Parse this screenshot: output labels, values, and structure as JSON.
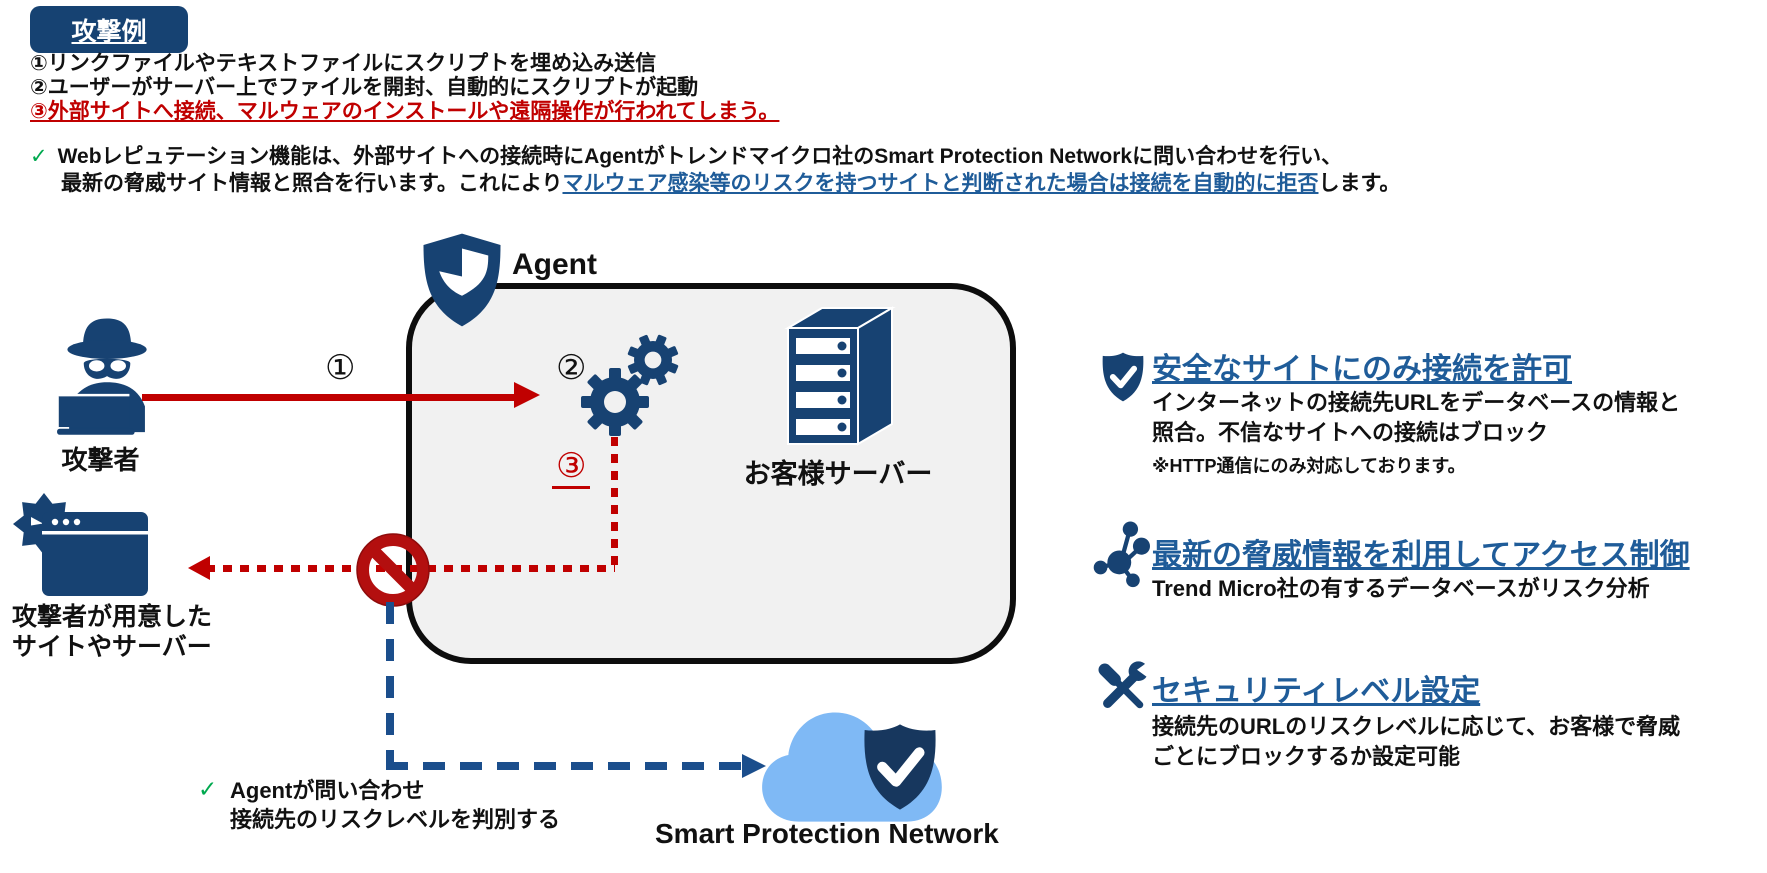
{
  "colors": {
    "icon_navy": "#174272",
    "dark_navy": "#17375E",
    "title_blue": "#1F5C99",
    "red": "#C00000",
    "green": "#00A94F",
    "cloud_blue": "#7FB9F5",
    "box_fill": "#f1f1f1"
  },
  "attack_example": {
    "title": "攻撃例",
    "steps": [
      "①リンクファイルやテキストファイルにスクリプトを埋め込み送信",
      "②ユーザーがサーバー上でファイルを開封、自動的にスクリプトが起動",
      "③外部サイトへ接続、マルウェアのインストールや遠隔操作が行われてしまう。"
    ]
  },
  "summary": {
    "check": "✓",
    "line1": "Webレピュテーション機能は、外部サイトへの接続時にAgentがトレンドマイクロ社のSmart Protection Networkに問い合わせを行い、",
    "line2_prefix": "最新の脅威サイト情報と照合を行います。これにより",
    "line2_highlight": "マルウェア感染等のリスクを持つサイトと判断された場合は接続を自動的に拒否",
    "line2_suffix": "します。"
  },
  "diagram": {
    "agent_label": "Agent",
    "attacker_label": "攻撃者",
    "server_label": "お客様サーバー",
    "malicious_site_label_1": "攻撃者が用意した",
    "malicious_site_label_2": "サイトやサーバー",
    "step1": "①",
    "step2": "②",
    "step3": "③",
    "query_check": "✓",
    "query_note_1": "Agentが問い合わせ",
    "query_note_2": "接続先のリスクレベルを判別する",
    "cloud_label": "Smart Protection Network"
  },
  "features": [
    {
      "icon": "shield-check-icon",
      "title": "安全なサイトにのみ接続を許可",
      "body_1": "インターネットの接続先URLをデータベースの情報と",
      "body_2": "照合。不信なサイトへの接続はブロック",
      "note": "※HTTP通信にのみ対応しております。"
    },
    {
      "icon": "network-icon",
      "title": "最新の脅威情報を利用してアクセス制御",
      "body_1": "Trend Micro社の有するデータベースがリスク分析"
    },
    {
      "icon": "tools-icon",
      "title": "セキュリティレベル設定",
      "body_1": "接続先のURLのリスクレベルに応じて、お客様で脅威",
      "body_2": "ごとにブロックするか設定可能"
    }
  ]
}
